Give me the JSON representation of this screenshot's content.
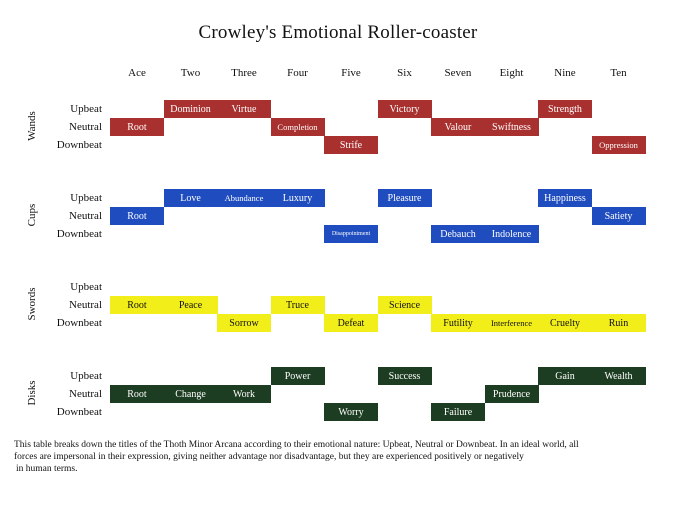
{
  "title": "Crowley's Emotional Roller-coaster",
  "columns": [
    "Ace",
    "Two",
    "Three",
    "Four",
    "Five",
    "Six",
    "Seven",
    "Eight",
    "Nine",
    "Ten"
  ],
  "row_labels": [
    "Upbeat",
    "Neutral",
    "Downbeat"
  ],
  "colors": {
    "Wands": "#a8302f",
    "Cups": "#1f4dbf",
    "Swords": "#f2ee1a",
    "Disks": "#1d3d22"
  },
  "text_colors": {
    "Wands": "#ffffff",
    "Cups": "#ffffff",
    "Swords": "#111111",
    "Disks": "#ffffff"
  },
  "suits": [
    {
      "name": "Wands",
      "cells": [
        {
          "col": 0,
          "row": 1,
          "label": "Root"
        },
        {
          "col": 1,
          "row": 0,
          "label": "Dominion"
        },
        {
          "col": 2,
          "row": 0,
          "label": "Virtue"
        },
        {
          "col": 3,
          "row": 1,
          "label": "Completion",
          "size": "small"
        },
        {
          "col": 4,
          "row": 2,
          "label": "Strife"
        },
        {
          "col": 5,
          "row": 0,
          "label": "Victory"
        },
        {
          "col": 6,
          "row": 1,
          "label": "Valour"
        },
        {
          "col": 7,
          "row": 1,
          "label": "Swiftness"
        },
        {
          "col": 8,
          "row": 0,
          "label": "Strength"
        },
        {
          "col": 9,
          "row": 2,
          "label": "Oppression",
          "size": "small"
        }
      ]
    },
    {
      "name": "Cups",
      "cells": [
        {
          "col": 0,
          "row": 1,
          "label": "Root"
        },
        {
          "col": 1,
          "row": 0,
          "label": "Love"
        },
        {
          "col": 2,
          "row": 0,
          "label": "Abundance",
          "size": "small"
        },
        {
          "col": 3,
          "row": 0,
          "label": "Luxury"
        },
        {
          "col": 4,
          "row": 2,
          "label": "Disappointment",
          "size": "tiny"
        },
        {
          "col": 5,
          "row": 0,
          "label": "Pleasure"
        },
        {
          "col": 6,
          "row": 2,
          "label": "Debauch"
        },
        {
          "col": 7,
          "row": 2,
          "label": "Indolence"
        },
        {
          "col": 8,
          "row": 0,
          "label": "Happiness"
        },
        {
          "col": 9,
          "row": 1,
          "label": "Satiety"
        }
      ]
    },
    {
      "name": "Swords",
      "cells": [
        {
          "col": 0,
          "row": 1,
          "label": "Root"
        },
        {
          "col": 1,
          "row": 1,
          "label": "Peace"
        },
        {
          "col": 2,
          "row": 2,
          "label": "Sorrow"
        },
        {
          "col": 3,
          "row": 1,
          "label": "Truce"
        },
        {
          "col": 4,
          "row": 2,
          "label": "Defeat"
        },
        {
          "col": 5,
          "row": 1,
          "label": "Science"
        },
        {
          "col": 6,
          "row": 2,
          "label": "Futility"
        },
        {
          "col": 7,
          "row": 2,
          "label": "Interference",
          "size": "small"
        },
        {
          "col": 8,
          "row": 2,
          "label": "Cruelty"
        },
        {
          "col": 9,
          "row": 2,
          "label": "Ruin"
        }
      ]
    },
    {
      "name": "Disks",
      "cells": [
        {
          "col": 0,
          "row": 1,
          "label": "Root"
        },
        {
          "col": 1,
          "row": 1,
          "label": "Change"
        },
        {
          "col": 2,
          "row": 1,
          "label": "Work"
        },
        {
          "col": 3,
          "row": 0,
          "label": "Power"
        },
        {
          "col": 4,
          "row": 2,
          "label": "Worry"
        },
        {
          "col": 5,
          "row": 0,
          "label": "Success"
        },
        {
          "col": 6,
          "row": 2,
          "label": "Failure"
        },
        {
          "col": 7,
          "row": 1,
          "label": "Prudence"
        },
        {
          "col": 8,
          "row": 0,
          "label": "Gain"
        },
        {
          "col": 9,
          "row": 0,
          "label": "Wealth"
        }
      ]
    }
  ],
  "footnote": [
    "This table breaks down the titles of the Thoth Minor Arcana according to their emotional nature: Upbeat, Neutral or Downbeat. In an ideal world, all",
    "forces are impersonal in their expression, giving neither advantage nor disadvantage, but they are experienced positively or negatively",
    "in human terms."
  ]
}
